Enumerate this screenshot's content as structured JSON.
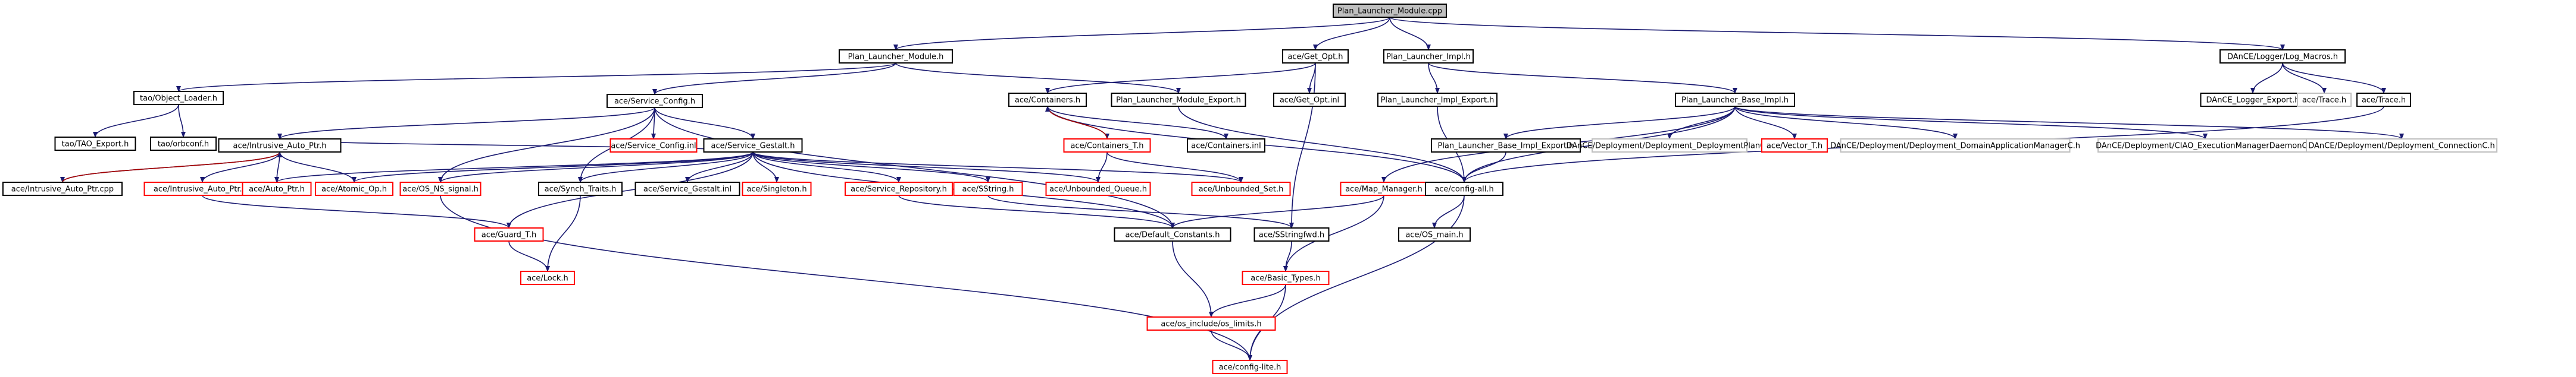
{
  "graph": {
    "colors": {
      "node_border": "#000000",
      "node_border_missing": "#ff0000",
      "node_border_plain": "#bfbfbf",
      "root_fill": "#bfbfbf",
      "text": "#000000",
      "edge": "#191970",
      "edge_template": "#a50000"
    },
    "nodes": [
      {
        "id": "root",
        "label": "Plan_Launcher_Module.cpp"
      },
      {
        "id": "plm_h",
        "label": "Plan_Launcher_Module.h"
      },
      {
        "id": "getopt_h",
        "label": "ace/Get_Opt.h"
      },
      {
        "id": "pli_h",
        "label": "Plan_Launcher_Impl.h"
      },
      {
        "id": "logmacros_h",
        "label": "DAnCE/Logger/Log_Macros.h"
      },
      {
        "id": "objloader_h",
        "label": "tao/Object_Loader.h"
      },
      {
        "id": "svcconfig_h",
        "label": "ace/Service_Config.h"
      },
      {
        "id": "containers_h",
        "label": "ace/Containers.h"
      },
      {
        "id": "plm_export_h",
        "label": "Plan_Launcher_Module_Export.h"
      },
      {
        "id": "getopt_inl",
        "label": "ace/Get_Opt.inl"
      },
      {
        "id": "pli_export_h",
        "label": "Plan_Launcher_Impl_Export.h"
      },
      {
        "id": "plbi_h",
        "label": "Plan_Launcher_Base_Impl.h"
      },
      {
        "id": "logger_export_h",
        "label": "DAnCE_Logger_Export.h"
      },
      {
        "id": "acetrace_h",
        "label": "ace/Trace.h"
      },
      {
        "id": "acetrace_h2",
        "label": "ace/Trace.h"
      },
      {
        "id": "taoexport_h",
        "label": "tao/TAO_Export.h"
      },
      {
        "id": "orbconf_h",
        "label": "tao/orbconf.h"
      },
      {
        "id": "iap_h",
        "label": "ace/Intrusive_Auto_Ptr.h"
      },
      {
        "id": "svcconfig_inl",
        "label": "ace/Service_Config.inl"
      },
      {
        "id": "svcgestalt_h",
        "label": "ace/Service_Gestalt.h"
      },
      {
        "id": "containers_t_h",
        "label": "ace/Containers_T.h"
      },
      {
        "id": "containers_inl",
        "label": "ace/Containers.inl"
      },
      {
        "id": "plbi_export_h",
        "label": "Plan_Launcher_Base_Impl_Export.h"
      },
      {
        "id": "dd_planc_h",
        "label": "DAnCE/Deployment/Deployment_DeploymentPlanC.h"
      },
      {
        "id": "vector_t_h",
        "label": "ace/Vector_T.h"
      },
      {
        "id": "dd_domainapp_h",
        "label": "DAnCE/Deployment/Deployment_DomainApplicationManagerC.h"
      },
      {
        "id": "ciao_exec_h",
        "label": "DAnCE/Deployment/CIAO_ExecutionManagerDaemonC.h"
      },
      {
        "id": "dd_conn_h",
        "label": "DAnCE/Deployment/Deployment_ConnectionC.h"
      },
      {
        "id": "iap_cpp",
        "label": "ace/Intrusive_Auto_Ptr.cpp"
      },
      {
        "id": "iap_inl",
        "label": "ace/Intrusive_Auto_Ptr.inl"
      },
      {
        "id": "autoptr_h",
        "label": "ace/Auto_Ptr.h"
      },
      {
        "id": "atomicop_h",
        "label": "ace/Atomic_Op.h"
      },
      {
        "id": "osns_signal_h",
        "label": "ace/OS_NS_signal.h"
      },
      {
        "id": "synchtraits_h",
        "label": "ace/Synch_Traits.h"
      },
      {
        "id": "svcgestalt_inl",
        "label": "ace/Service_Gestalt.inl"
      },
      {
        "id": "singleton_h",
        "label": "ace/Singleton.h"
      },
      {
        "id": "svcrepo_h",
        "label": "ace/Service_Repository.h"
      },
      {
        "id": "sstring_h",
        "label": "ace/SString.h"
      },
      {
        "id": "unbq_h",
        "label": "ace/Unbounded_Queue.h"
      },
      {
        "id": "unbset_h",
        "label": "ace/Unbounded_Set.h"
      },
      {
        "id": "mapmgr_h",
        "label": "ace/Map_Manager.h"
      },
      {
        "id": "configall_h",
        "label": "ace/config-all.h"
      },
      {
        "id": "guard_t_h",
        "label": "ace/Guard_T.h"
      },
      {
        "id": "defconst_h",
        "label": "ace/Default_Constants.h"
      },
      {
        "id": "sstringfwd_h",
        "label": "ace/SStringfwd.h"
      },
      {
        "id": "osmain_h",
        "label": "ace/OS_main.h"
      },
      {
        "id": "lock_h",
        "label": "ace/Lock.h"
      },
      {
        "id": "basictypes_h",
        "label": "ace/Basic_Types.h"
      },
      {
        "id": "oslimits_h",
        "label": "ace/os_include/os_limits.h"
      },
      {
        "id": "configlite_h",
        "label": "ace/config-lite.h"
      }
    ],
    "edges": [
      [
        "root",
        "plm_h"
      ],
      [
        "root",
        "getopt_h"
      ],
      [
        "root",
        "pli_h"
      ],
      [
        "root",
        "logmacros_h"
      ],
      [
        "plm_h",
        "objloader_h"
      ],
      [
        "plm_h",
        "svcconfig_h"
      ],
      [
        "plm_h",
        "plm_export_h"
      ],
      [
        "objloader_h",
        "taoexport_h"
      ],
      [
        "objloader_h",
        "orbconf_h"
      ],
      [
        "getopt_h",
        "containers_h"
      ],
      [
        "getopt_h",
        "getopt_inl"
      ],
      [
        "getopt_h",
        "sstringfwd_h"
      ],
      [
        "pli_h",
        "pli_export_h"
      ],
      [
        "pli_h",
        "plbi_h"
      ],
      [
        "logmacros_h",
        "logger_export_h"
      ],
      [
        "logmacros_h",
        "acetrace_h"
      ],
      [
        "logmacros_h",
        "acetrace_h2"
      ],
      [
        "acetrace_h2",
        "configall_h"
      ],
      [
        "pli_export_h",
        "configall_h"
      ],
      [
        "plbi_h",
        "plbi_export_h"
      ],
      [
        "plbi_h",
        "dd_planc_h"
      ],
      [
        "plbi_h",
        "vector_t_h"
      ],
      [
        "plbi_h",
        "dd_domainapp_h"
      ],
      [
        "plbi_h",
        "ciao_exec_h"
      ],
      [
        "plbi_h",
        "dd_conn_h"
      ],
      [
        "plbi_h",
        "mapmgr_h"
      ],
      [
        "plbi_h",
        "configall_h"
      ],
      [
        "plbi_export_h",
        "configall_h"
      ],
      [
        "svcconfig_h",
        "iap_h"
      ],
      [
        "svcconfig_h",
        "svcconfig_inl"
      ],
      [
        "svcconfig_h",
        "svcgestalt_h"
      ],
      [
        "svcconfig_h",
        "synchtraits_h"
      ],
      [
        "svcconfig_h",
        "osns_signal_h"
      ],
      [
        "svcconfig_h",
        "defconst_h"
      ],
      [
        "iap_h",
        "iap_cpp"
      ],
      [
        "iap_h",
        "iap_inl"
      ],
      [
        "iap_h",
        "autoptr_h"
      ],
      [
        "iap_h",
        "atomicop_h"
      ],
      [
        "iap_cpp",
        "iap_h"
      ],
      [
        "svcgestalt_h",
        "autoptr_h"
      ],
      [
        "svcgestalt_h",
        "atomicop_h"
      ],
      [
        "svcgestalt_h",
        "osns_signal_h"
      ],
      [
        "svcgestalt_h",
        "synchtraits_h"
      ],
      [
        "svcgestalt_h",
        "svcgestalt_inl"
      ],
      [
        "svcgestalt_h",
        "singleton_h"
      ],
      [
        "svcgestalt_h",
        "svcrepo_h"
      ],
      [
        "svcgestalt_h",
        "sstring_h"
      ],
      [
        "svcgestalt_h",
        "unbq_h"
      ],
      [
        "svcgestalt_h",
        "unbset_h"
      ],
      [
        "svcgestalt_h",
        "guard_t_h"
      ],
      [
        "svcgestalt_h",
        "defconst_h"
      ],
      [
        "svcgestalt_h",
        "iap_h"
      ],
      [
        "containers_h",
        "containers_t_h"
      ],
      [
        "containers_h",
        "containers_inl"
      ],
      [
        "containers_h",
        "configall_h"
      ],
      [
        "containers_t_h",
        "containers_h"
      ],
      [
        "containers_t_h",
        "unbq_h"
      ],
      [
        "containers_t_h",
        "unbset_h"
      ],
      [
        "plm_export_h",
        "configall_h"
      ],
      [
        "iap_inl",
        "guard_t_h"
      ],
      [
        "guard_t_h",
        "lock_h"
      ],
      [
        "synchtraits_h",
        "lock_h"
      ],
      [
        "svcrepo_h",
        "defconst_h"
      ],
      [
        "sstring_h",
        "sstringfwd_h"
      ],
      [
        "mapmgr_h",
        "defconst_h"
      ],
      [
        "mapmgr_h",
        "basictypes_h"
      ],
      [
        "configall_h",
        "osmain_h"
      ],
      [
        "configall_h",
        "configlite_h"
      ],
      [
        "sstringfwd_h",
        "basictypes_h"
      ],
      [
        "defconst_h",
        "oslimits_h"
      ],
      [
        "basictypes_h",
        "oslimits_h"
      ],
      [
        "basictypes_h",
        "configlite_h"
      ],
      [
        "oslimits_h",
        "configlite_h"
      ],
      [
        "osns_signal_h",
        "configlite_h"
      ]
    ]
  }
}
